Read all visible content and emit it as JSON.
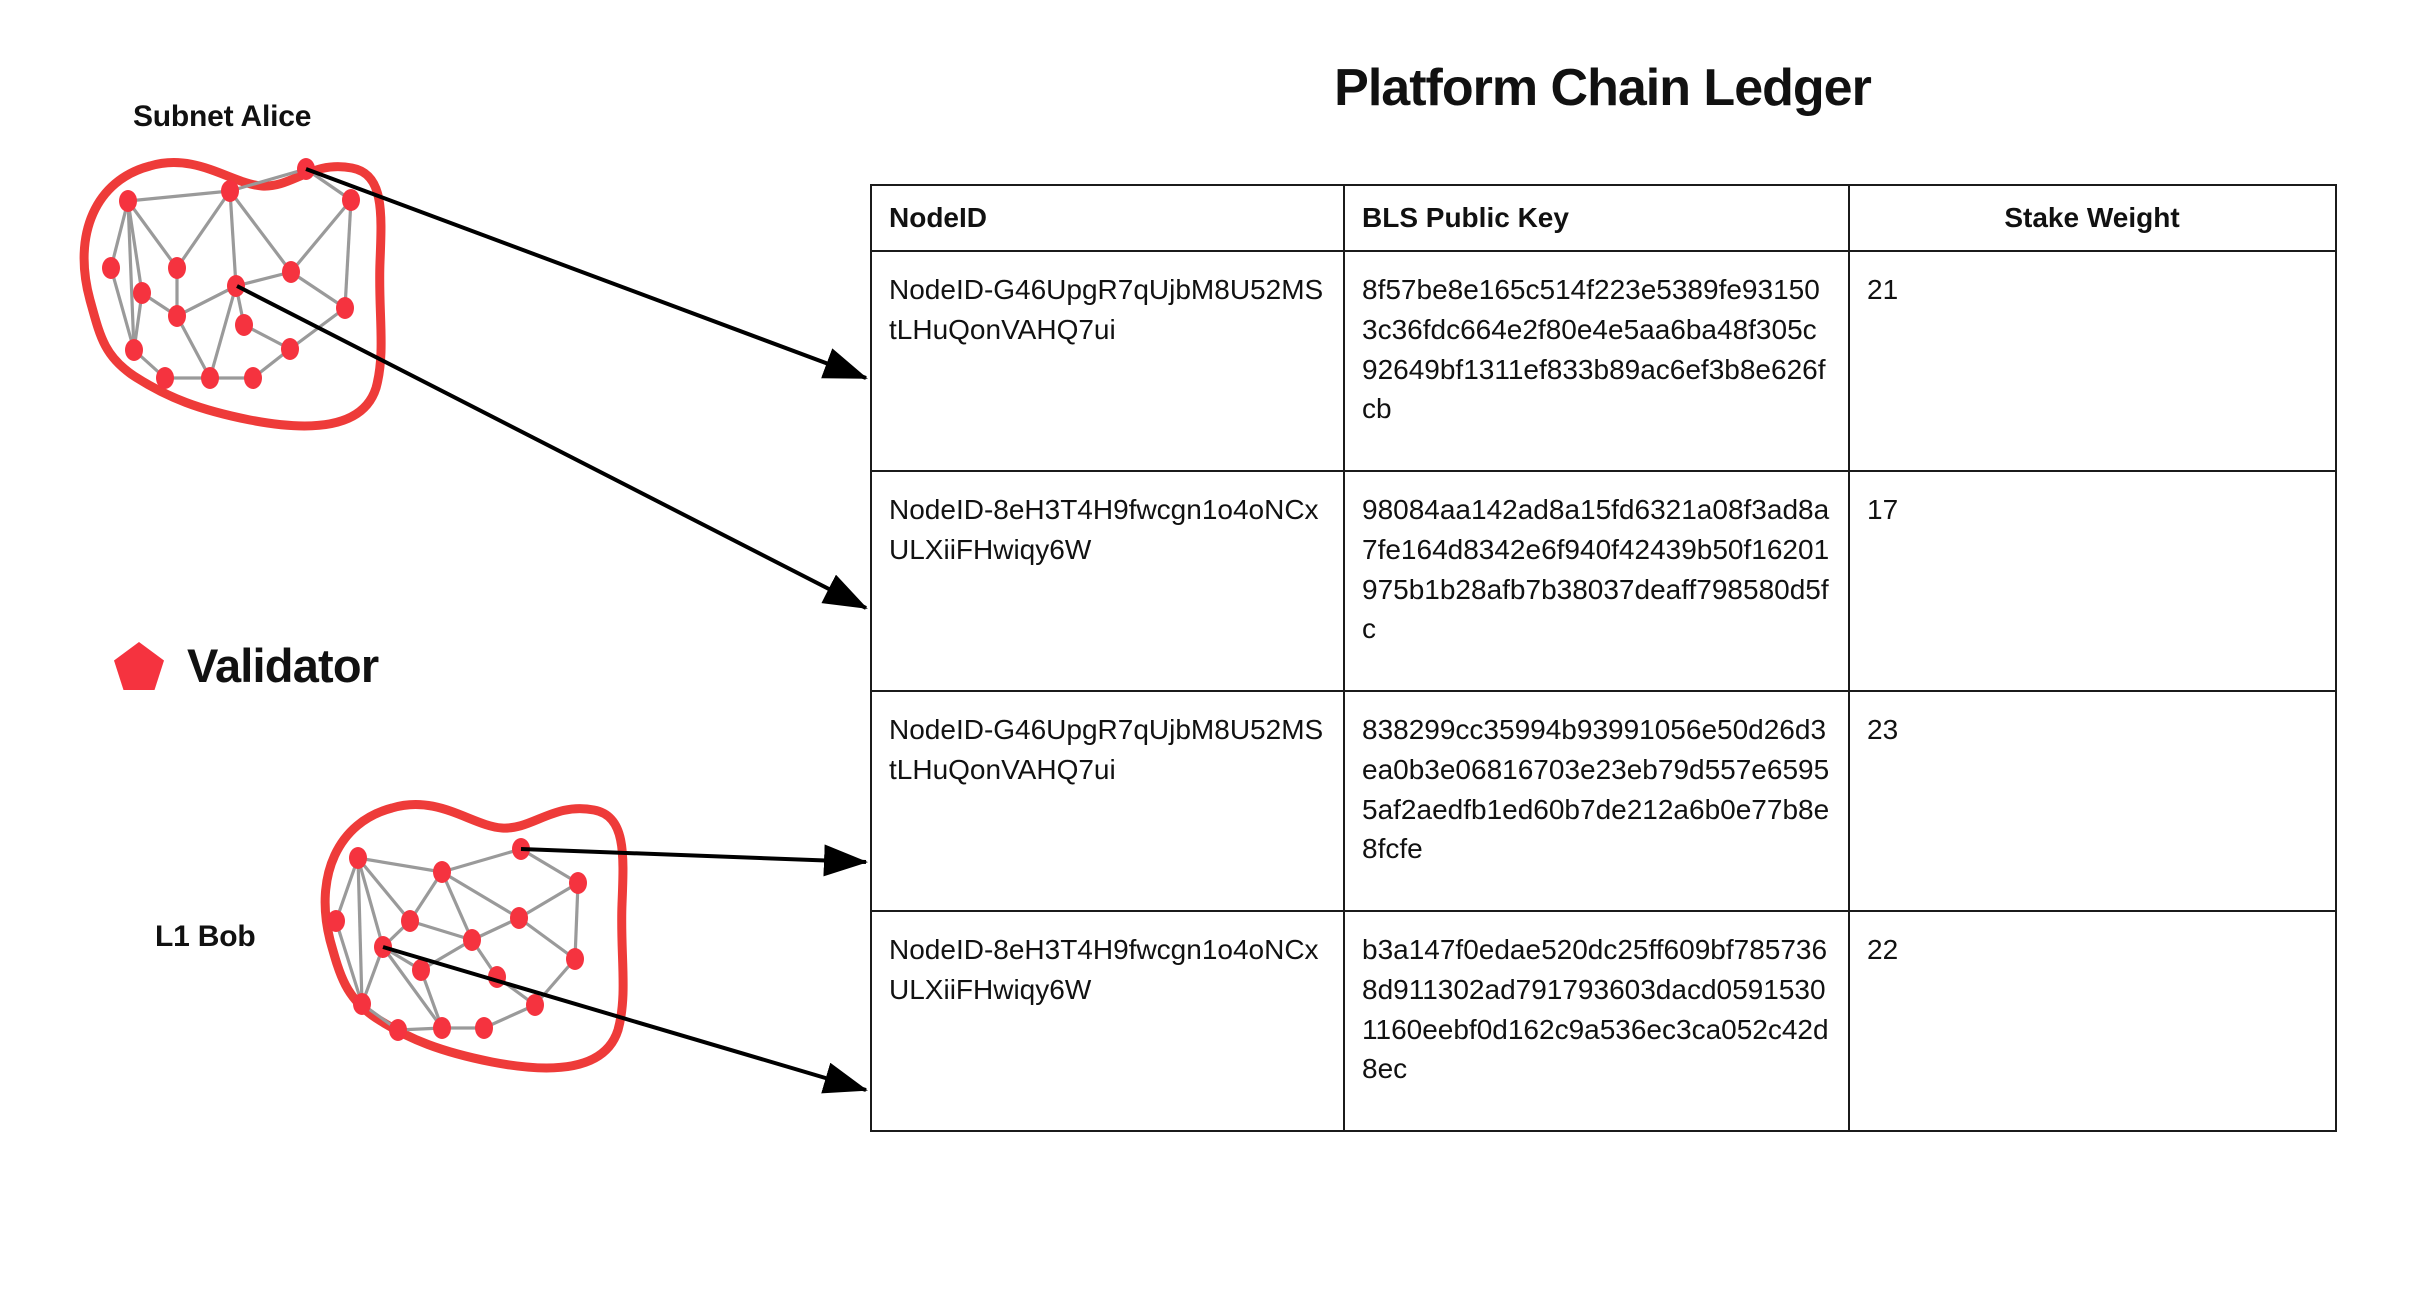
{
  "diagram": {
    "subnet_label": "Subnet Alice",
    "l1_label": "L1 Bob",
    "legend": {
      "validator_label": "Validator",
      "validator_icon": "pentagon-icon",
      "validator_color": "#F5333F"
    },
    "node_color": "#F5333F",
    "edge_color": "#9a9a9a",
    "blob_outline_color": "#EE3B39",
    "arrow_color": "#000000"
  },
  "ledger": {
    "title": "Platform Chain Ledger",
    "columns": [
      "NodeID",
      "BLS Public Key",
      "Stake Weight"
    ],
    "rows": [
      {
        "node_id": "NodeID-G46UpgR7qUjbM8U52MStLHuQonVAHQ7ui",
        "bls_public_key": "8f57be8e165c514f223e5389fe931503c36fdc664e2f80e4e5aa6ba48f305c92649bf1311ef833b89ac6ef3b8e626fcb",
        "stake_weight": "21"
      },
      {
        "node_id": "NodeID-8eH3T4H9fwcgn1o4oNCxULXiiFHwiqy6W",
        "bls_public_key": "98084aa142ad8a15fd6321a08f3ad8a7fe164d8342e6f940f42439b50f16201975b1b28afb7b38037deaff798580d5fc",
        "stake_weight": "17"
      },
      {
        "node_id": "NodeID-G46UpgR7qUjbM8U52MStLHuQonVAHQ7ui",
        "bls_public_key": "838299cc35994b93991056e50d26d3ea0b3e06816703e23eb79d557e65955af2aedfb1ed60b7de212a6b0e77b8e8fcfe",
        "stake_weight": "23"
      },
      {
        "node_id": "NodeID-8eH3T4H9fwcgn1o4oNCxULXiiFHwiqy6W",
        "bls_public_key": "b3a147f0edae520dc25ff609bf7857368d911302ad791793603dacd05915301160eebf0d162c9a536ec3ca052c42d8ec",
        "stake_weight": "22"
      }
    ]
  }
}
